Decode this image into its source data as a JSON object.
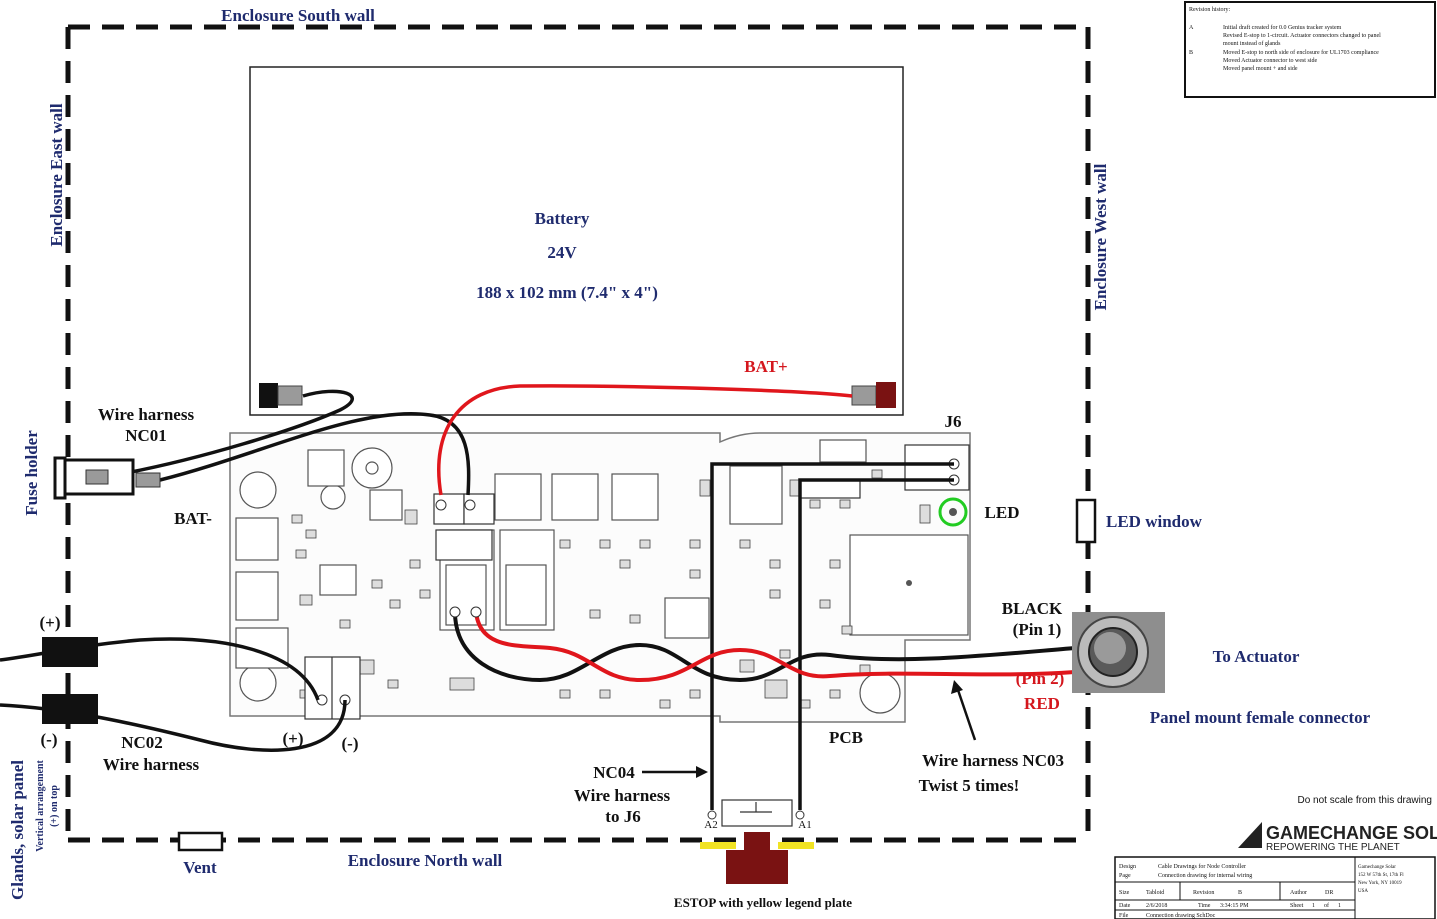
{
  "walls": {
    "south": "Enclosure South wall",
    "north": "Enclosure North wall",
    "east": "Enclosure East wall",
    "west": "Enclosure West wall"
  },
  "battery": {
    "line1": "Battery",
    "line2": "24V",
    "line3": "188 x 102 mm (7.4\" x 4\")",
    "bat_plus": "BAT+",
    "bat_minus": "BAT-"
  },
  "fuse": {
    "label": "Fuse holder",
    "harness_line1": "Wire harness",
    "harness_line2": "NC01"
  },
  "glands": {
    "label": "Glands, solar panel",
    "sub1": "Vertical arrangement",
    "sub2": "(+) on top",
    "plus": "(+)",
    "minus": "(-)"
  },
  "nc02": {
    "line1": "NC02",
    "line2": "Wire harness",
    "plus": "(+)",
    "minus": "(-)"
  },
  "nc04": {
    "line1": "NC04",
    "line2": "Wire harness",
    "line3": "to J6",
    "pin_left": "A2",
    "pin_right": "A1"
  },
  "estop": "ESTOP with yellow legend plate",
  "vent": "Vent",
  "pcb": "PCB",
  "j6": "J6",
  "led": "LED",
  "led_window": "LED window",
  "actuator": {
    "black_line1": "BLACK",
    "black_line2": "(Pin 1)",
    "red_line1": "(Pin 2)",
    "red_line2": "RED",
    "to_actuator": "To Actuator",
    "panel_mount": "Panel mount female connector"
  },
  "nc03": {
    "line1": "Wire harness NC03",
    "line2": "Twist 5 times!"
  },
  "revision": {
    "header": "Revision history:",
    "rows": [
      {
        "rev": "A",
        "text": "Initial draft created for 0.0 Genius tracker system"
      },
      {
        "rev": "",
        "text": "Revised E-stop to 1-circuit. Actuator connectors changed to panel"
      },
      {
        "rev": "",
        "text": "mount instead of glands"
      },
      {
        "rev": "B",
        "text": "Moved E-stop to north side of enclosure for UL1703 compliance"
      },
      {
        "rev": "",
        "text": "Moved Actuator connector to west side"
      },
      {
        "rev": "",
        "text": "Moved panel mount + and side"
      }
    ]
  },
  "no_scale": "Do not scale from this drawing",
  "logo": {
    "name": "GAMECHANGE SOLAR",
    "tagline": "REPOWERING THE PLANET"
  },
  "title_block": {
    "design_label": "Design",
    "design_value": "Cable Drawings for Node Controller",
    "page_label": "Page",
    "page_value": "Connection drawing for internal wiring",
    "size_label": "Size",
    "size_value": "Tabloid",
    "revision_label": "Revision",
    "revision_value": "B",
    "author_label": "Author",
    "author_value": "DR",
    "date_label": "Date",
    "date_value": "2/6/2018",
    "time_label": "Time",
    "time_value": "3:34:15 PM",
    "sheet_label": "Sheet",
    "sheet_value": "1",
    "of_label": "of",
    "of_value": "1",
    "file_label": "File",
    "file_value": "Connection drawing SchDoc",
    "company_line1": "Gamechange Solar",
    "company_line2": "152 W 57th St, 17th Fl",
    "company_line3": "New York, NY 10019",
    "company_line4": "USA"
  }
}
